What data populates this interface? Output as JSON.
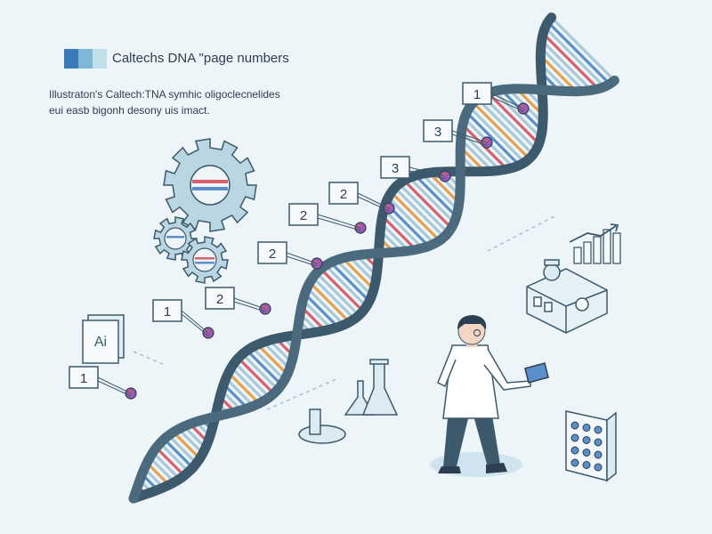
{
  "header": {
    "title": "Caltechs DNA \"page numbers",
    "subtitle_line1": "Illustraton's Caltech:TNA symhic oligoclecnelides",
    "subtitle_line2": "eui easb bigonh desony uis imact.",
    "brand_colors": [
      "#3a7ab8",
      "#7fb6d6",
      "#bfe0ea"
    ]
  },
  "labels": [
    "1",
    "3",
    "3",
    "2",
    "2",
    "2",
    "2",
    "1",
    "1"
  ],
  "icons": {
    "ai_label": "Ai",
    "names": [
      "gear-icon",
      "gear-small-icon",
      "gear-small-icon-2",
      "flask-icon",
      "bar-chart-icon",
      "lab-machine-icon",
      "sample-grid-icon",
      "scientist-figure",
      "tablet-icon"
    ]
  },
  "colors": {
    "strand": "#3d5a6c",
    "rung": "#a9c9da",
    "accent_red": "#d9606a",
    "accent_blue": "#5b8fc9",
    "accent_orange": "#e5a14d",
    "background": "#eef5f9",
    "marker": "#9a5ab2"
  }
}
